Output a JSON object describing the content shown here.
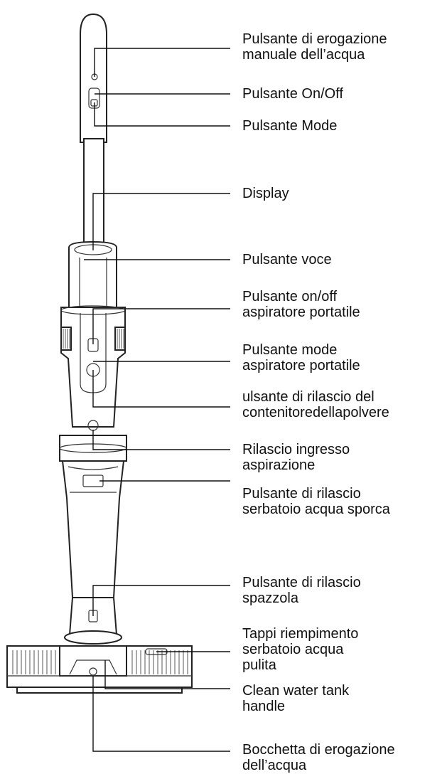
{
  "labels": [
    {
      "id": "manual-water-button",
      "lines": [
        "Pulsante di erogazione",
        "manuale dell’acqua"
      ]
    },
    {
      "id": "on-off-button",
      "lines": [
        "Pulsante On/Off"
      ]
    },
    {
      "id": "mode-button",
      "lines": [
        "Pulsante Mode"
      ]
    },
    {
      "id": "display",
      "lines": [
        "Display"
      ]
    },
    {
      "id": "voice-button",
      "lines": [
        "Pulsante voce"
      ]
    },
    {
      "id": "handheld-on-off-button",
      "lines": [
        "Pulsante on/off",
        "aspiratore portatile"
      ]
    },
    {
      "id": "handheld-mode-button",
      "lines": [
        "Pulsante mode",
        "aspiratore portatile"
      ]
    },
    {
      "id": "dust-container-release",
      "lines": [
        "ulsante di rilascio del",
        "contenitoredellapolvere"
      ]
    },
    {
      "id": "suction-inlet-release",
      "lines": [
        "Rilascio ingresso",
        "aspirazione"
      ]
    },
    {
      "id": "dirty-water-tank-release",
      "lines": [
        "Pulsante di rilascio",
        "serbatoio acqua sporca"
      ]
    },
    {
      "id": "brush-release-button",
      "lines": [
        "Pulsante di rilascio",
        "spazzola"
      ]
    },
    {
      "id": "clean-water-fill-caps",
      "lines": [
        "Tappi riempimento",
        "serbatoio acqua",
        "pulita"
      ]
    },
    {
      "id": "clean-water-tank-handle",
      "lines": [
        "Clean water tank",
        "handle"
      ]
    },
    {
      "id": "water-dispensing-nozzle",
      "lines": [
        "Bocchetta di erogazione",
        "dell’acqua"
      ]
    }
  ]
}
